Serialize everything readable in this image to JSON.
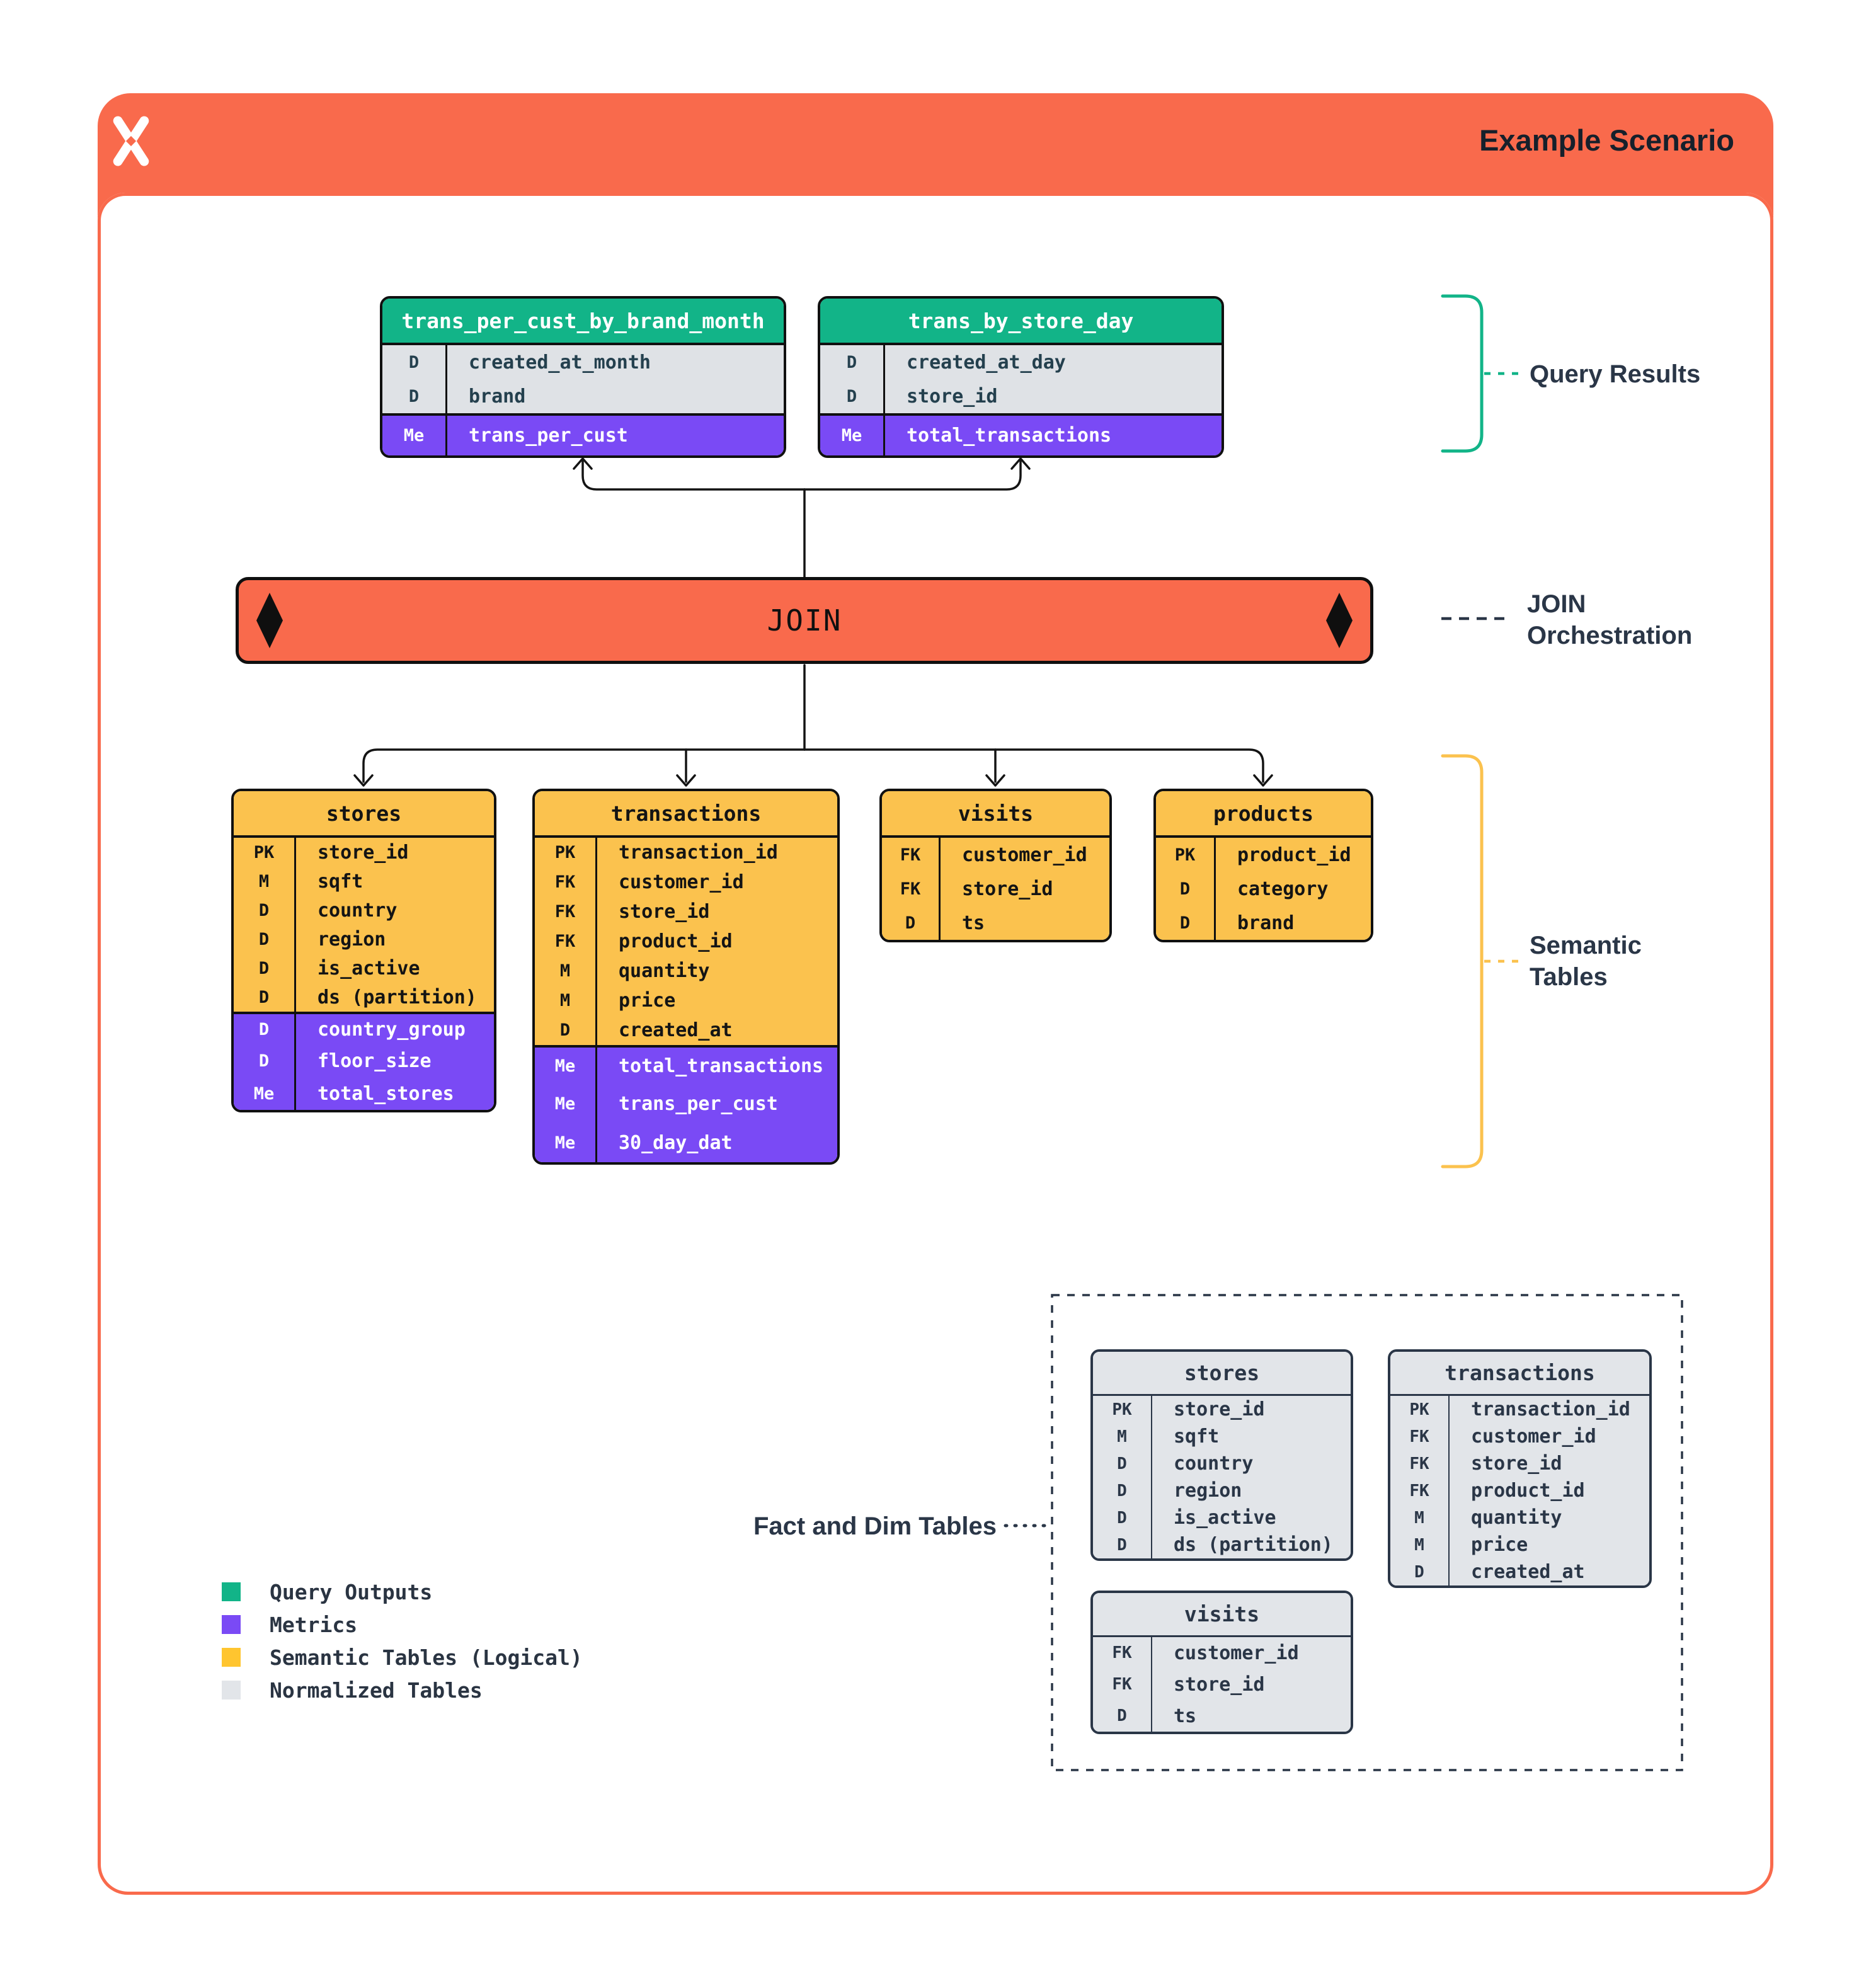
{
  "page": {
    "title": "Example Scenario"
  },
  "colors": {
    "orange": "#F96A4C",
    "green": "#12B488",
    "purple": "#7A4AF5",
    "yellow": "#FBC24E",
    "gray_row": "#DFE2E6",
    "gray_table": "#E2E5E9",
    "navy_text": "#2A3647",
    "line": "#141414"
  },
  "join": {
    "label": "JOIN"
  },
  "annotations": {
    "query_results": "Query Results",
    "join_orchestration_line1": "JOIN",
    "join_orchestration_line2": "Orchestration",
    "semantic_tables_line1": "Semantic",
    "semantic_tables_line2": "Tables",
    "fact_dim": "Fact and Dim Tables"
  },
  "query_result_tables": [
    {
      "name": "trans_per_cust_by_brand_month",
      "rows": [
        {
          "k": "D",
          "f": "created_at_month"
        },
        {
          "k": "D",
          "f": "brand"
        },
        {
          "k": "Me",
          "f": "trans_per_cust",
          "metric": true
        }
      ]
    },
    {
      "name": "trans_by_store_day",
      "rows": [
        {
          "k": "D",
          "f": "created_at_day"
        },
        {
          "k": "D",
          "f": "store_id"
        },
        {
          "k": "Me",
          "f": "total_transactions",
          "metric": true
        }
      ]
    }
  ],
  "semantic_tables": [
    {
      "name": "stores",
      "rows": [
        {
          "k": "PK",
          "f": "store_id"
        },
        {
          "k": "M",
          "f": "sqft"
        },
        {
          "k": "D",
          "f": "country"
        },
        {
          "k": "D",
          "f": "region"
        },
        {
          "k": "D",
          "f": "is_active"
        },
        {
          "k": "D",
          "f": "ds (partition)"
        },
        {
          "k": "D",
          "f": "country_group",
          "metric": true
        },
        {
          "k": "D",
          "f": "floor_size",
          "metric": true
        },
        {
          "k": "Me",
          "f": "total_stores",
          "metric": true
        }
      ]
    },
    {
      "name": "transactions",
      "rows": [
        {
          "k": "PK",
          "f": "transaction_id"
        },
        {
          "k": "FK",
          "f": "customer_id"
        },
        {
          "k": "FK",
          "f": "store_id"
        },
        {
          "k": "FK",
          "f": "product_id"
        },
        {
          "k": "M",
          "f": "quantity"
        },
        {
          "k": "M",
          "f": "price"
        },
        {
          "k": "D",
          "f": "created_at"
        },
        {
          "k": "Me",
          "f": "total_transactions",
          "metric": true
        },
        {
          "k": "Me",
          "f": "trans_per_cust",
          "metric": true
        },
        {
          "k": "Me",
          "f": "30_day_dat",
          "metric": true
        }
      ]
    },
    {
      "name": "visits",
      "rows": [
        {
          "k": "FK",
          "f": "customer_id"
        },
        {
          "k": "FK",
          "f": "store_id"
        },
        {
          "k": "D",
          "f": "ts"
        }
      ]
    },
    {
      "name": "products",
      "rows": [
        {
          "k": "PK",
          "f": "product_id"
        },
        {
          "k": "D",
          "f": "category"
        },
        {
          "k": "D",
          "f": "brand"
        }
      ]
    }
  ],
  "normalized_tables": [
    {
      "name": "stores",
      "rows": [
        {
          "k": "PK",
          "f": "store_id"
        },
        {
          "k": "M",
          "f": "sqft"
        },
        {
          "k": "D",
          "f": "country"
        },
        {
          "k": "D",
          "f": "region"
        },
        {
          "k": "D",
          "f": "is_active"
        },
        {
          "k": "D",
          "f": "ds (partition)"
        }
      ]
    },
    {
      "name": "transactions",
      "rows": [
        {
          "k": "PK",
          "f": "transaction_id"
        },
        {
          "k": "FK",
          "f": "customer_id"
        },
        {
          "k": "FK",
          "f": "store_id"
        },
        {
          "k": "FK",
          "f": "product_id"
        },
        {
          "k": "M",
          "f": "quantity"
        },
        {
          "k": "M",
          "f": "price"
        },
        {
          "k": "D",
          "f": "created_at"
        }
      ]
    },
    {
      "name": "visits",
      "rows": [
        {
          "k": "FK",
          "f": "customer_id"
        },
        {
          "k": "FK",
          "f": "store_id"
        },
        {
          "k": "D",
          "f": "ts"
        }
      ]
    }
  ],
  "legend": [
    {
      "label": "Query Outputs",
      "color": "#12B488"
    },
    {
      "label": "Metrics",
      "color": "#7A4AF5"
    },
    {
      "label": "Semantic Tables (Logical)",
      "color": "#FFC52F"
    },
    {
      "label": "Normalized Tables",
      "color": "#E2E5E9"
    }
  ]
}
